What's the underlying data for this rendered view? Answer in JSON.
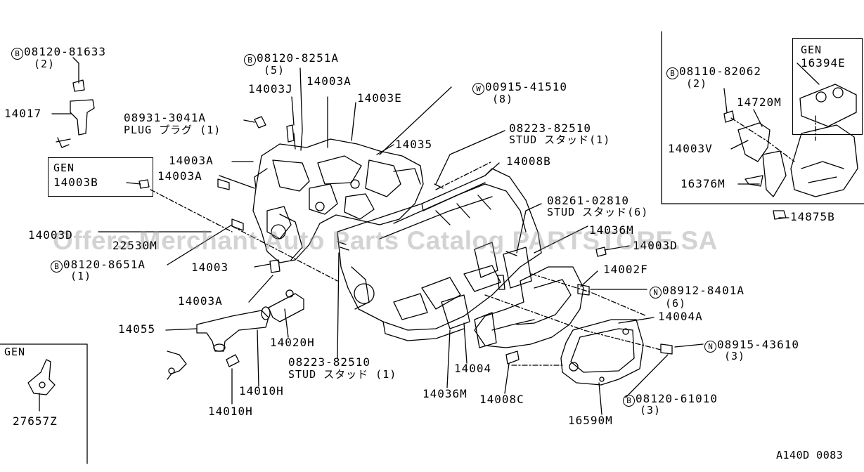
{
  "diagram_id": "A140D 0083",
  "watermark": "Offers Merchant Auto Parts Catalog PARTSTORE.SA",
  "gen_label": "GEN",
  "parts": {
    "p08120_81633": {
      "prefix": "B",
      "number": "08120-81633",
      "qty": "(2)"
    },
    "p14017": "14017",
    "p08120_8251A": {
      "prefix": "B",
      "number": "08120-8251A",
      "qty": "(5)"
    },
    "p14003J": "14003J",
    "p14003A_top": "14003A",
    "p14003E": "14003E",
    "p00915_41510": {
      "prefix": "W",
      "number": "00915-41510",
      "qty": "(8)"
    },
    "p08931_3041A": {
      "number": "08931-3041A",
      "desc": "PLUG プラグ (1)"
    },
    "p14035": "14035",
    "p08223_82510_top": {
      "number": "08223-82510",
      "desc": "STUD スタッド(1)"
    },
    "p14003A_1": "14003A",
    "p14003B": "14003B",
    "p14003A_2": "14003A",
    "p14008B": "14008B",
    "p08261_02810": {
      "number": "08261-02810",
      "desc": "STUD スタッド(6)"
    },
    "p14003D": "14003D",
    "p22530M": "22530M",
    "p14036M_top": "14036M",
    "p14003D_r": "14003D",
    "p08120_8651A": {
      "prefix": "B",
      "number": "08120-8651A",
      "qty": "(1)"
    },
    "p14003": "14003",
    "p14002F": "14002F",
    "p08912_8401A": {
      "prefix": "N",
      "number": "08912-8401A",
      "qty": "(6)"
    },
    "p14003A_3": "14003A",
    "p14004A": "14004A",
    "p14055": "14055",
    "p14020H": "14020H",
    "p08915_43610": {
      "prefix": "N",
      "number": "08915-43610",
      "qty": "(3)"
    },
    "p08223_82510_bot": {
      "number": "08223-82510",
      "desc": "STUD スタッド (1)"
    },
    "p14004": "14004",
    "p14010H_1": "14010H",
    "p14010H_2": "14010H",
    "p14036M_bot": "14036M",
    "p14008C": "14008C",
    "p08120_61010": {
      "prefix": "B",
      "number": "08120-61010",
      "qty": "(3)"
    },
    "p16590M": "16590M",
    "p27657Z": "27657Z",
    "p16394E": "16394E",
    "p08110_82062": {
      "prefix": "B",
      "number": "08110-82062",
      "qty": "(2)"
    },
    "p14720M": "14720M",
    "p14003V": "14003V",
    "p16376M": "16376M",
    "p14875B": "14875B"
  }
}
